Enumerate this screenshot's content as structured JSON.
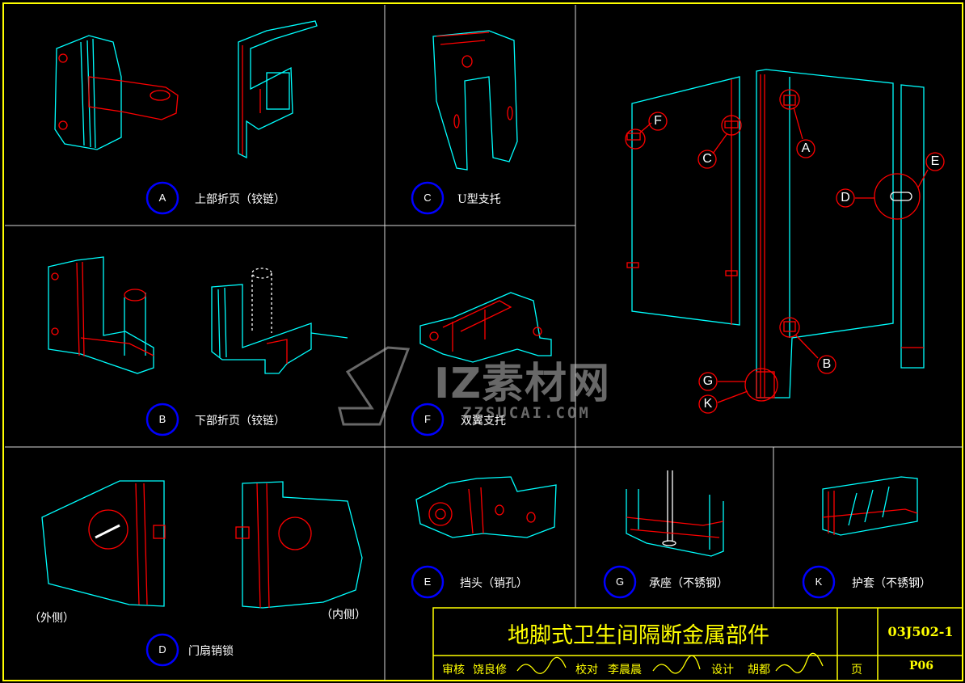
{
  "parts": [
    {
      "letter": "A",
      "name": "上部折页（铰链）"
    },
    {
      "letter": "C",
      "name": "U型支托"
    },
    {
      "letter": "B",
      "name": "下部折页（铰链）"
    },
    {
      "letter": "F",
      "name": "双翼支托"
    },
    {
      "letter": "D",
      "name": "门扇销锁"
    },
    {
      "letter": "E",
      "name": "挡头（销孔）"
    },
    {
      "letter": "G",
      "name": "承座（不锈钢）"
    },
    {
      "letter": "K",
      "name": "护套（不锈钢）"
    }
  ],
  "side_labels": {
    "outer": "（外侧）",
    "inner": "（内侧）"
  },
  "assembly_points": [
    "F",
    "C",
    "A",
    "E",
    "D",
    "B",
    "G",
    "K"
  ],
  "title_block": {
    "title": "地脚式卫生间隔断金属部件",
    "code": "03J502-1",
    "review_label": "审核",
    "review_name": "饶良修",
    "check_label": "校对",
    "check_name": "李晨晨",
    "design_label": "设计",
    "design_name": "胡都",
    "page_label": "页",
    "page_value": "P06"
  },
  "watermark": {
    "brand": "IZ素材网",
    "url": "ZZSUCAI.COM"
  },
  "colors": {
    "frame": "#ffff00",
    "cyan": "#00ffff",
    "red": "#ff0000",
    "blue": "#0000ff",
    "white": "#ffffff"
  }
}
